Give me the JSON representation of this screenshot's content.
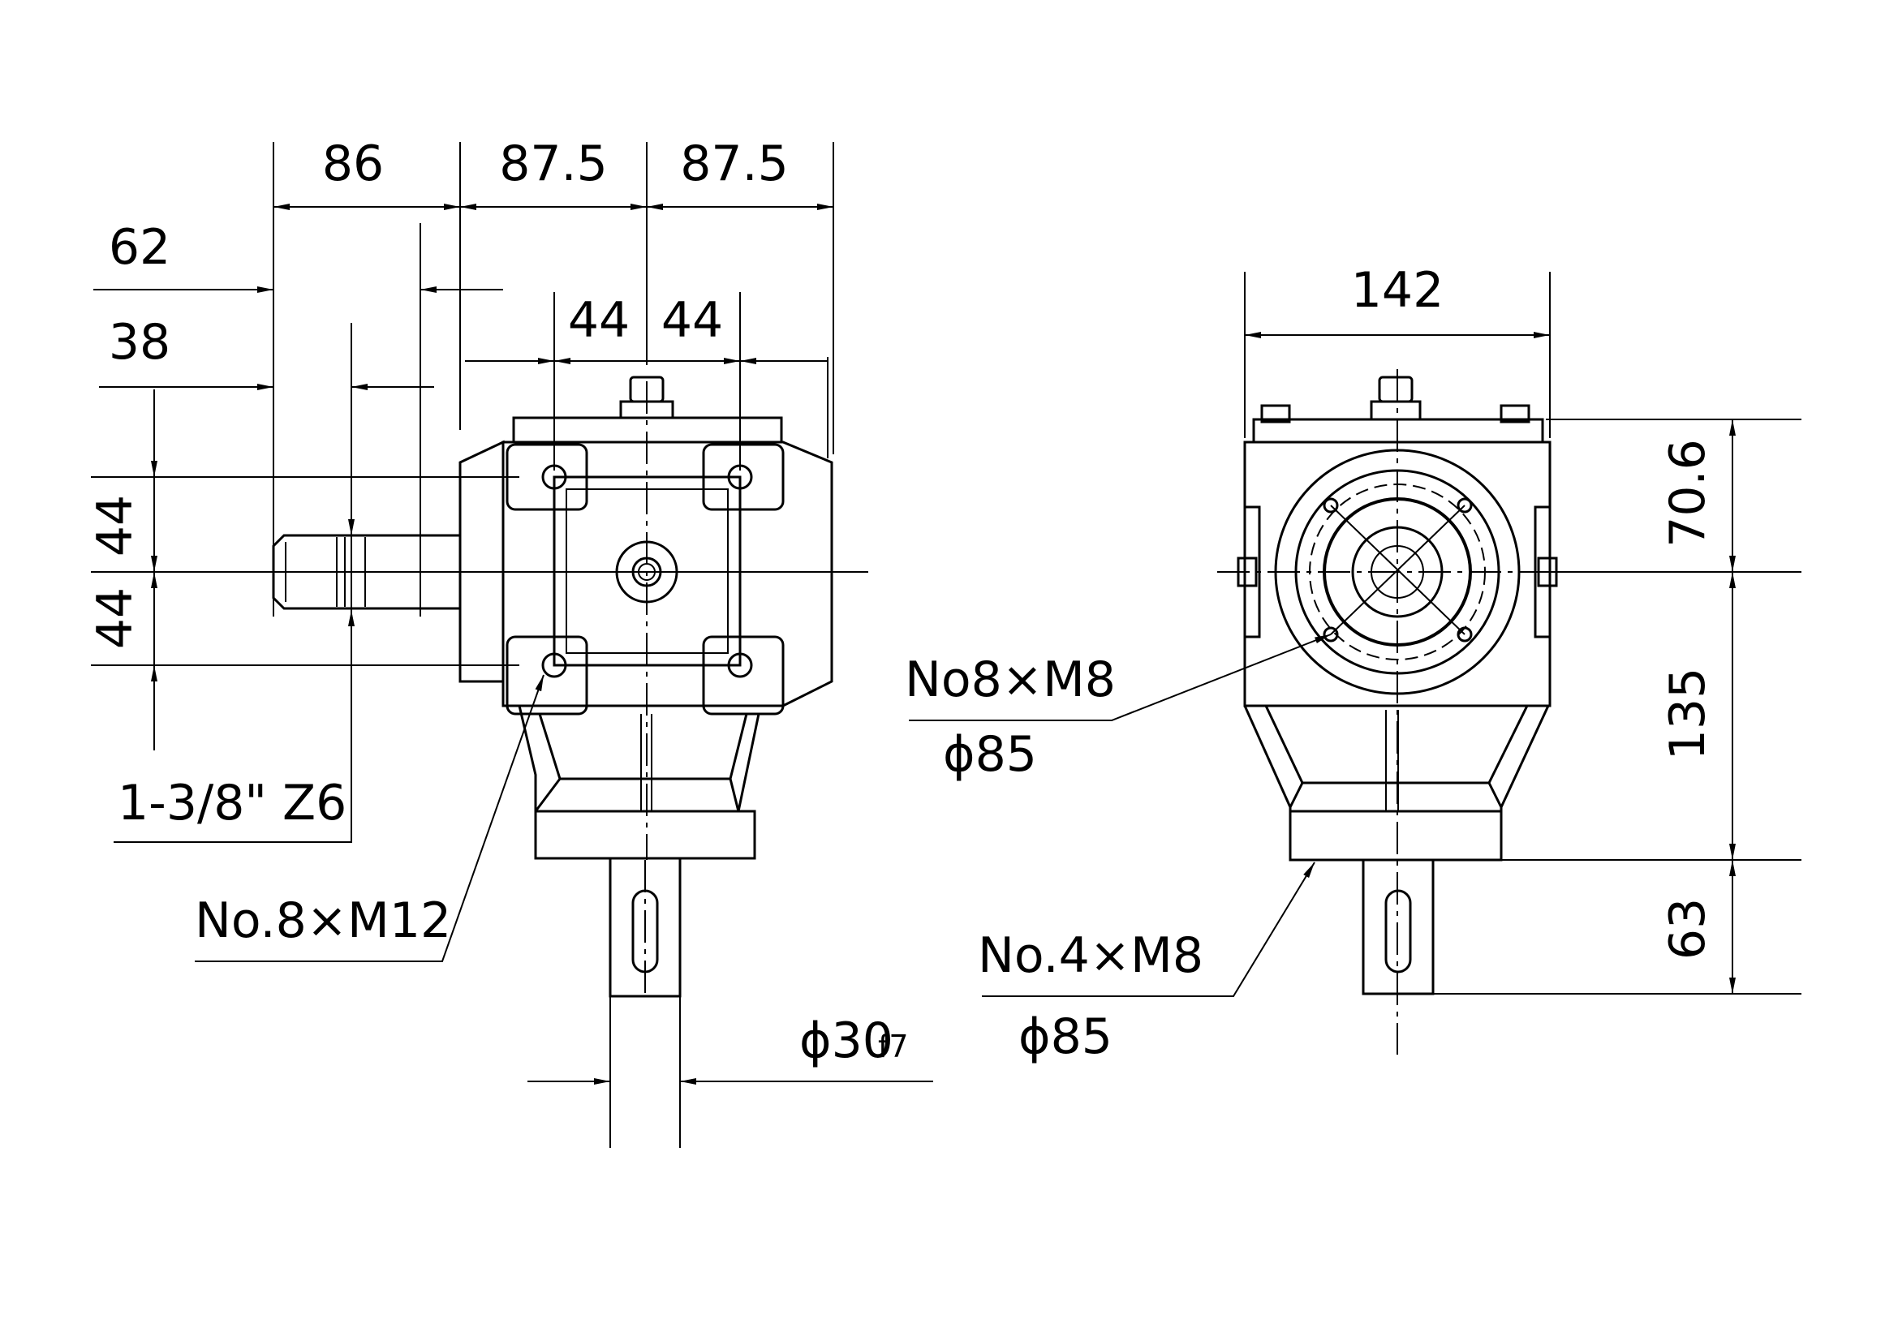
{
  "front_view": {
    "dims": {
      "d86": "86",
      "d875a": "87.5",
      "d875b": "87.5",
      "d62": "62",
      "d38": "38",
      "d44a": "44",
      "d44b": "44",
      "d44c": "44",
      "d44d": "44"
    },
    "spline_note": "1-3/8\" Z6",
    "bolt_note": "No.8×M12",
    "shaft_dia": "ϕ30",
    "shaft_tol": "f7"
  },
  "side_view": {
    "dims": {
      "d142": "142",
      "d706": "70.6",
      "d135": "135",
      "d63": "63"
    },
    "flange_note_top": "No8×M8",
    "flange_dia_top": "ϕ85",
    "flange_note_bottom": "No.4×M8",
    "flange_dia_bottom": "ϕ85"
  }
}
